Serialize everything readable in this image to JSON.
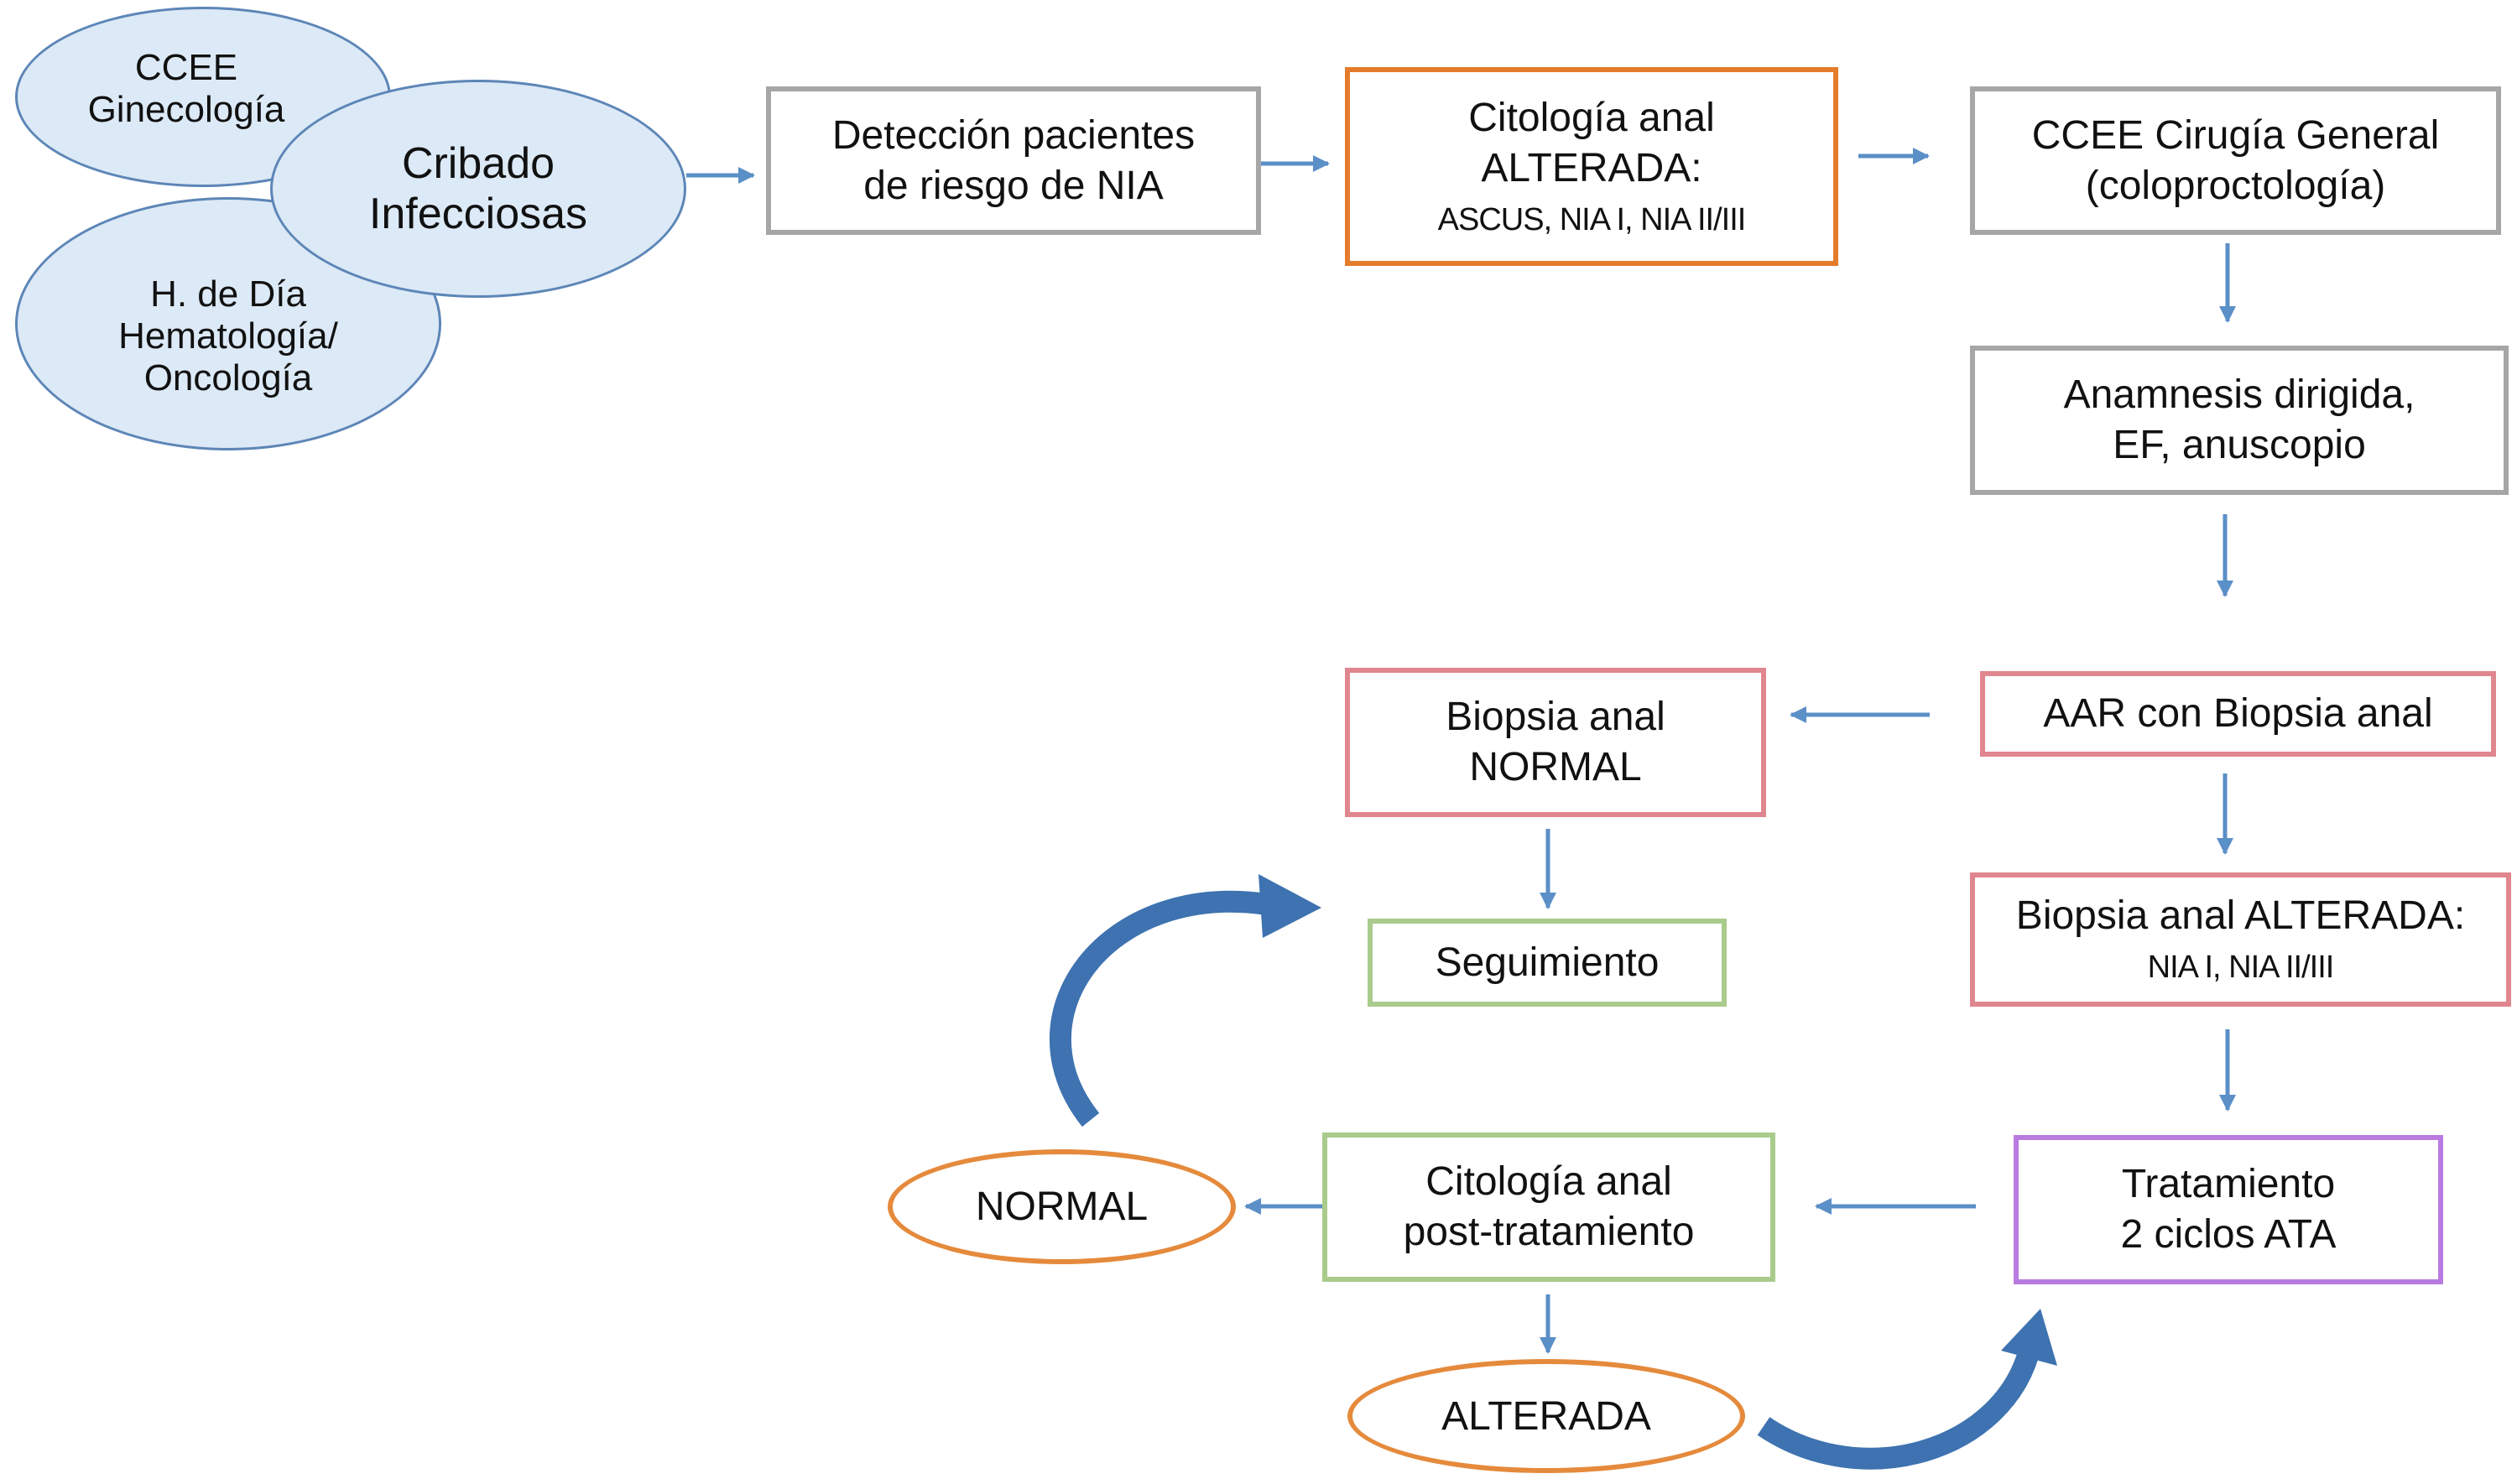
{
  "colors": {
    "arrow": "#5b8fc7",
    "curved_arrow": "#3e72b0",
    "ellipse_fill": "#dce9f6",
    "ellipse_border": "#5d86b7",
    "gray_border": "#a6a6a6",
    "orange_border": "#e57c2b",
    "red_border": "#e0868f",
    "green_border": "#a9cb8c",
    "purple_border": "#b97be0"
  },
  "sources": {
    "ginecologia": {
      "line1": "CCEE",
      "line2": "Ginecología"
    },
    "hematologia": {
      "line1": "H. de Día",
      "line2": "Hematología/",
      "line3": "Oncología"
    },
    "cribado": {
      "line1": "Cribado",
      "line2": "Infecciosas"
    }
  },
  "boxes": {
    "deteccion": {
      "line1": "Detección pacientes",
      "line2": "de riesgo de NIA"
    },
    "citologia": {
      "line1": "Citología anal",
      "line2": "ALTERADA:",
      "detail": "ASCUS, NIA I, NIA II/III"
    },
    "ccee_cirugia": {
      "line1": "CCEE Cirugía General",
      "line2": "(coloproctología)"
    },
    "anamnesis": {
      "line1": "Anamnesis dirigida,",
      "line2": "EF, anuscopio"
    },
    "aar": {
      "line1": "AAR con Biopsia anal"
    },
    "biopsia_normal": {
      "line1": "Biopsia anal",
      "line2": "NORMAL"
    },
    "biopsia_alterada": {
      "line1": "Biopsia anal ALTERADA:",
      "detail": "NIA I, NIA II/III"
    },
    "seguimiento": {
      "line1": "Seguimiento"
    },
    "tratamiento": {
      "line1": "Tratamiento",
      "line2": "2 ciclos ATA"
    },
    "citologia_post": {
      "line1": "Citología anal",
      "line2": "post-tratamiento"
    }
  },
  "outcomes": {
    "normal": "NORMAL",
    "alterada": "ALTERADA"
  }
}
